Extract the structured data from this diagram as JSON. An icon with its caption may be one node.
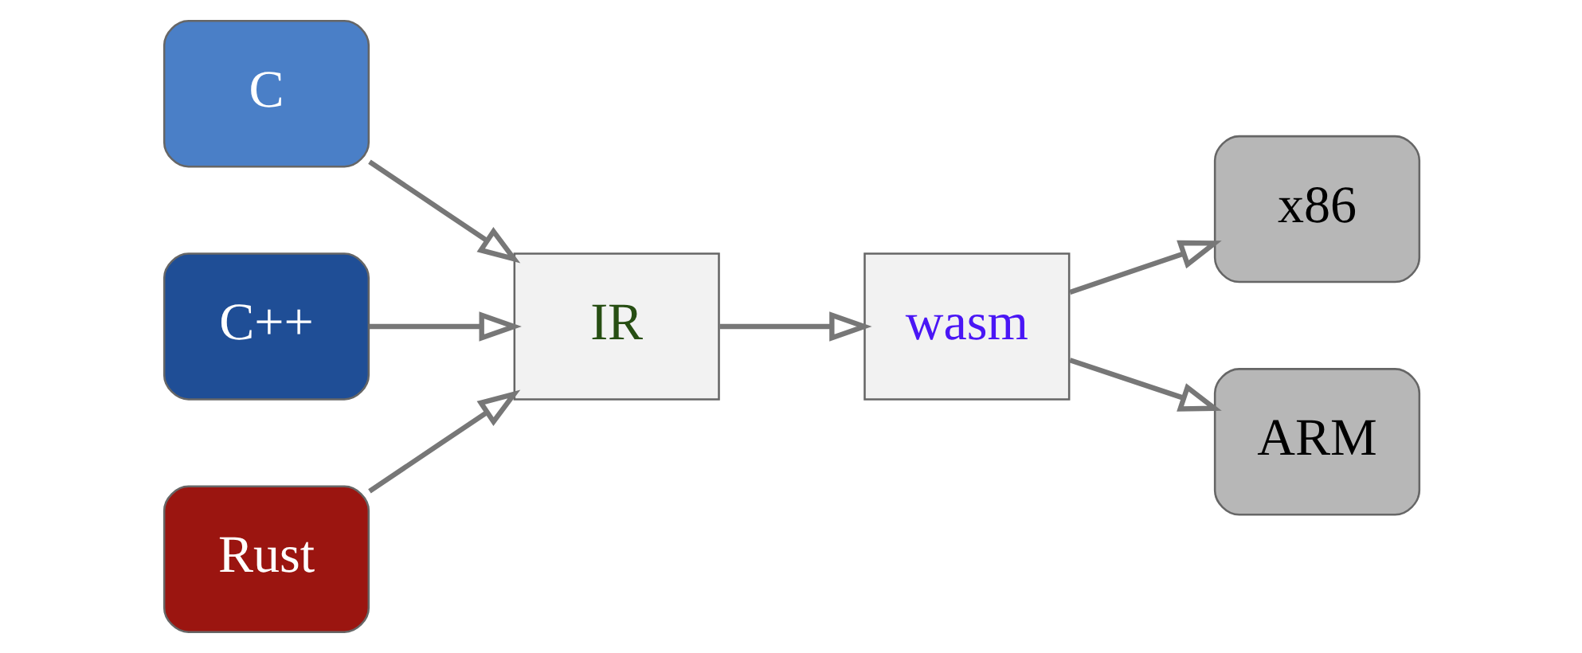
{
  "diagram": {
    "nodes": [
      {
        "text": [
          "C"
        ]
      },
      {
        "text": [
          "C++"
        ]
      },
      {
        "text": [
          "Rust"
        ]
      },
      {
        "text": [
          "IR"
        ]
      },
      {
        "text": [
          "wasm"
        ]
      },
      {
        "text": [
          "x86"
        ]
      },
      {
        "text": [
          "ARM"
        ]
      }
    ],
    "edges": [
      {
        "from": 0,
        "to": 3,
        "arrow": "to"
      },
      {
        "from": 1,
        "to": 3,
        "arrow": "to"
      },
      {
        "from": 2,
        "to": 3,
        "arrow": "to"
      },
      {
        "from": 3,
        "to": 4,
        "arrow": "to"
      },
      {
        "from": 4,
        "to": 5,
        "arrow": "to"
      },
      {
        "from": 4,
        "to": 6,
        "arrow": "to"
      }
    ]
  }
}
